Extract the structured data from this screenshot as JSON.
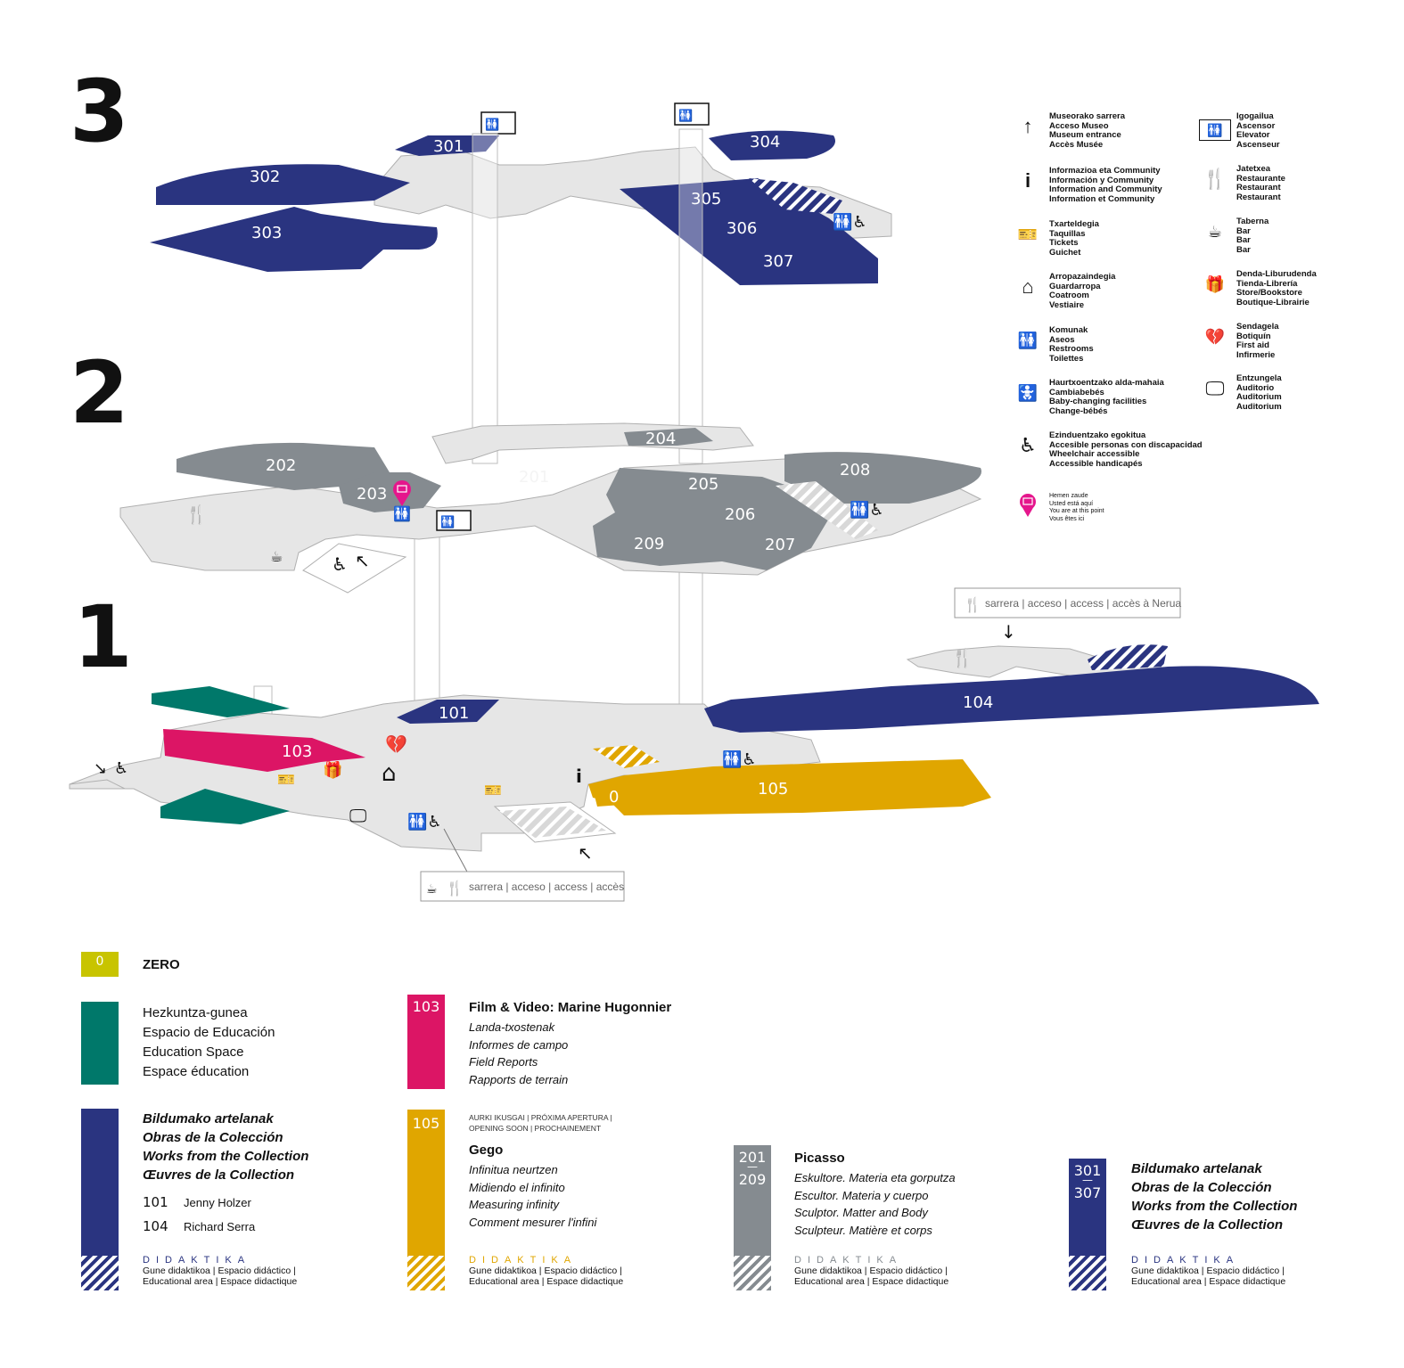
{
  "floors": [
    "3",
    "2",
    "1"
  ],
  "rooms": {
    "r301": "301",
    "r302": "302",
    "r303": "303",
    "r304": "304",
    "r305": "305",
    "r306": "306",
    "r307": "307",
    "r201": "201",
    "r202": "202",
    "r203": "203",
    "r204": "204",
    "r205": "205",
    "r206": "206",
    "r207": "207",
    "r208": "208",
    "r209": "209",
    "r101": "101",
    "r103": "103",
    "r104": "104",
    "r105": "105",
    "r0": "0"
  },
  "entrance_nerua": "sarrera | acceso | access | accès à Nerua",
  "entrance_main": "sarrera | acceso | access | accès",
  "colors": {
    "navy": "#2a3480",
    "gray": "#858b90",
    "gold": "#e0a600",
    "magenta": "#dc1565",
    "green": "#00786a",
    "zero": "#c8c400",
    "here": "#e5168c"
  },
  "icon_legend": [
    {
      "icon": "arrow-up-icon",
      "lines": [
        "Museorako sarrera",
        "Acceso Museo",
        "Museum entrance",
        "Accès Musée"
      ]
    },
    {
      "icon": "info-icon",
      "lines": [
        "Informazioa eta Community",
        "Información y Community",
        "Information and Community",
        "Information et Community"
      ]
    },
    {
      "icon": "tickets-icon",
      "lines": [
        "Txarteldegia",
        "Taquillas",
        "Tickets",
        "Guichet"
      ]
    },
    {
      "icon": "hanger-icon",
      "lines": [
        "Arropazaindegia",
        "Guardarropa",
        "Coatroom",
        "Vestiaire"
      ]
    },
    {
      "icon": "restroom-icon",
      "lines": [
        "Komunak",
        "Aseos",
        "Restrooms",
        "Toilettes"
      ]
    },
    {
      "icon": "baby-change-icon",
      "lines": [
        "Haurtxoentzako alda-mahaia",
        "Cambiabebés",
        "Baby-changing facilities",
        "Change-bébés"
      ]
    },
    {
      "icon": "wheelchair-icon",
      "lines": [
        "Ezinduentzako egokitua",
        "Accesible personas con discapacidad",
        "Wheelchair accessible",
        "Accessible handicapés"
      ]
    },
    {
      "icon": "elevator-icon",
      "lines": [
        "Igogailua",
        "Ascensor",
        "Elevator",
        "Ascenseur"
      ]
    },
    {
      "icon": "restaurant-icon",
      "lines": [
        "Jatetxea",
        "Restaurante",
        "Restaurant",
        "Restaurant"
      ]
    },
    {
      "icon": "bar-cup-icon",
      "lines": [
        "Taberna",
        "Bar",
        "Bar",
        "Bar"
      ]
    },
    {
      "icon": "store-icon",
      "lines": [
        "Denda-Liburudenda",
        "Tienda-Librería",
        "Store/Bookstore",
        "Boutique-Librairie"
      ]
    },
    {
      "icon": "first-aid-icon",
      "lines": [
        "Sendagela",
        "Botiquín",
        "First aid",
        "Infirmerie"
      ]
    },
    {
      "icon": "auditorium-icon",
      "lines": [
        "Entzungela",
        "Auditorio",
        "Auditorium",
        "Auditorium"
      ]
    }
  ],
  "here": {
    "lines": [
      "Hemen zaude",
      "Usted está aquí",
      "You are at this point",
      "Vous êtes ici"
    ]
  },
  "legend": {
    "zero": {
      "swatch": "0",
      "title": "ZERO"
    },
    "education": {
      "lines": [
        "Hezkuntza-gunea",
        "Espacio de Educación",
        "Education Space",
        "Espace éducation"
      ]
    },
    "collection1": {
      "lines": [
        "Bildumako artelanak",
        "Obras de la Colección",
        "Works from the Collection",
        "Œuvres de la Collection"
      ],
      "rooms": [
        {
          "num": "101",
          "artist": "Jenny Holzer"
        },
        {
          "num": "104",
          "artist": "Richard Serra"
        }
      ]
    },
    "film": {
      "swatch": "103",
      "title": "Film & Video: Marine Hugonnier",
      "lines": [
        "Landa-txostenak",
        "Informes de campo",
        "Field Reports",
        "Rapports de terrain"
      ]
    },
    "gego": {
      "swatch": "105",
      "soon": [
        "AURKI IKUSGAI | PRÓXIMA APERTURA |",
        "OPENING SOON | PROCHAINEMENT"
      ],
      "title": "Gego",
      "lines": [
        "Infinitua neurtzen",
        "Midiendo el infinito",
        "Measuring infinity",
        "Comment mesurer l'infini"
      ]
    },
    "picasso": {
      "swatch_top": "201",
      "swatch_sep": "—",
      "swatch_bottom": "209",
      "title": "Picasso",
      "lines": [
        "Eskultore. Materia eta gorputza",
        "Escultor. Materia y cuerpo",
        "Sculptor. Matter and Body",
        "Sculpteur. Matière et corps"
      ]
    },
    "collection3": {
      "swatch_top": "301",
      "swatch_sep": "—",
      "swatch_bottom": "307",
      "lines": [
        "Bildumako artelanak",
        "Obras de la Colección",
        "Works from the Collection",
        "Œuvres de la Collection"
      ]
    },
    "didaktika": {
      "title": "DIDAKTIKA",
      "lines": [
        "Gune didaktikoa | Espacio didáctico |",
        "Educational area | Espace didactique"
      ]
    }
  }
}
